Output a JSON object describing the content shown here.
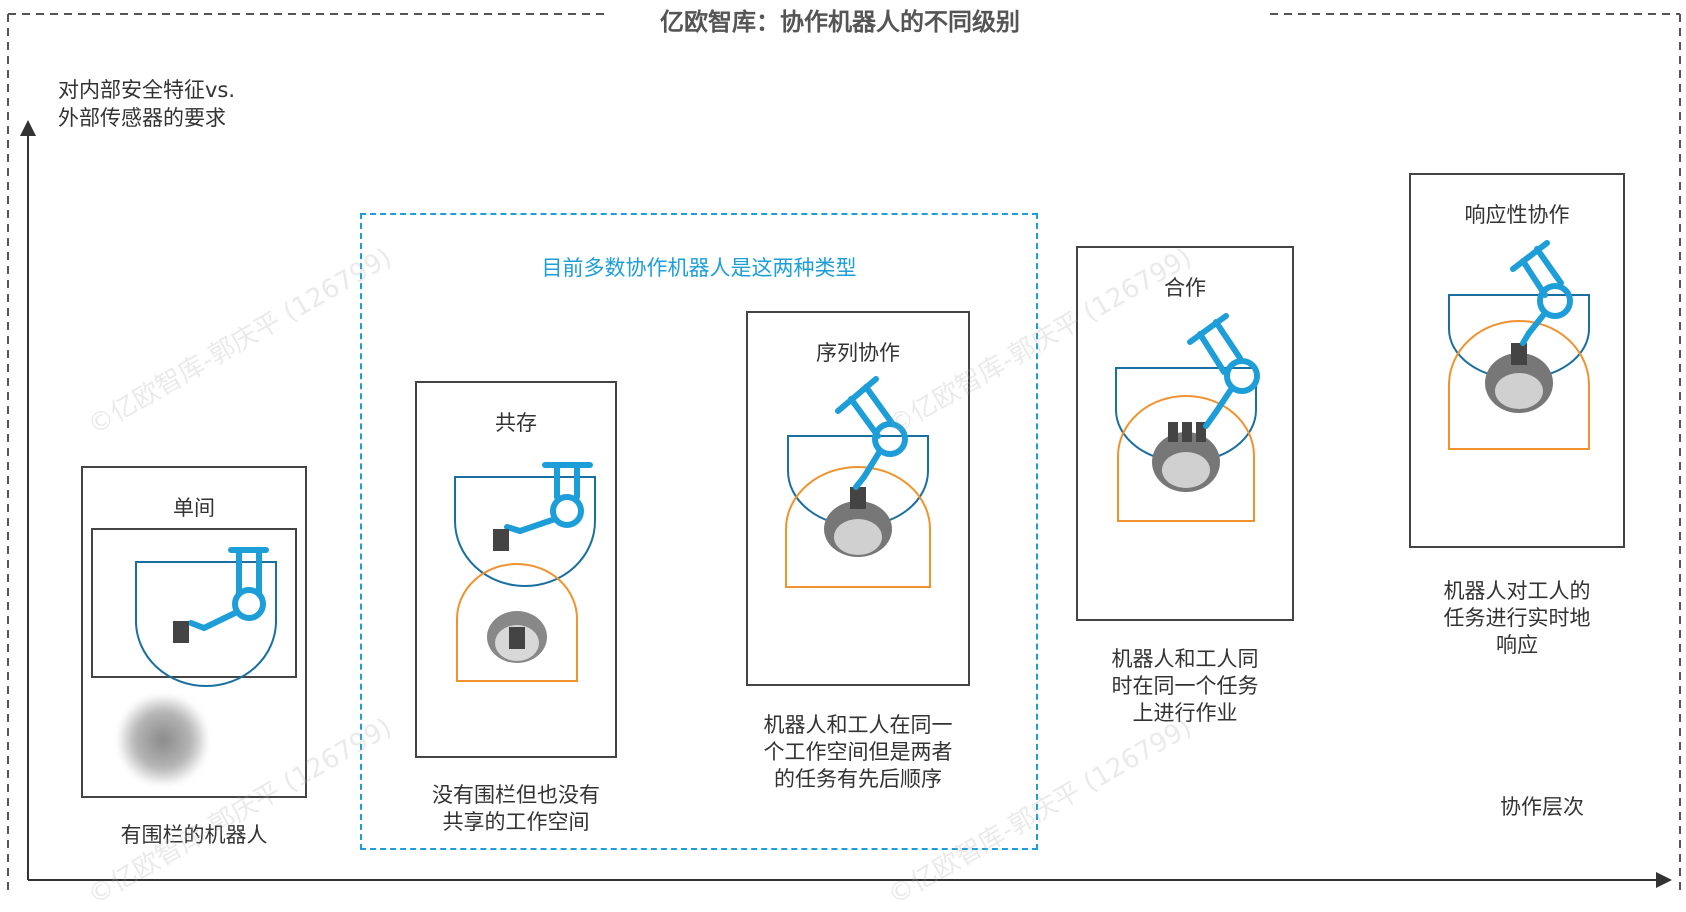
{
  "title": "亿欧智库：协作机器人的不同级别",
  "y_axis_label_line1": "对内部安全特征vs.",
  "y_axis_label_line2": "外部传感器的要求",
  "x_axis_label": "协作层次",
  "highlight_label": "目前多数协作机器人是这两种类型",
  "watermark_text": "©亿欧智库-郭庆平 (126799)",
  "levels": [
    {
      "title": "单间",
      "caption_lines": [
        "有围栏的机器人"
      ]
    },
    {
      "title": "共存",
      "caption_lines": [
        "没有围栏但也没有",
        "共享的工作空间"
      ]
    },
    {
      "title": "序列协作",
      "caption_lines": [
        "机器人和工人在同一",
        "个工作空间但是两者",
        "的任务有先后顺序"
      ]
    },
    {
      "title": "合作",
      "caption_lines": [
        "机器人和工人同",
        "时在同一个任务",
        "上进行作业"
      ]
    },
    {
      "title": "响应性协作",
      "caption_lines": [
        "机器人对工人的",
        "任务进行实时地",
        "响应"
      ]
    }
  ],
  "colors": {
    "robot": "#1d9ed9",
    "robot_zone": "#1a6f9e",
    "worker_zone": "#f0922e",
    "highlight": "#1d9ed9"
  }
}
